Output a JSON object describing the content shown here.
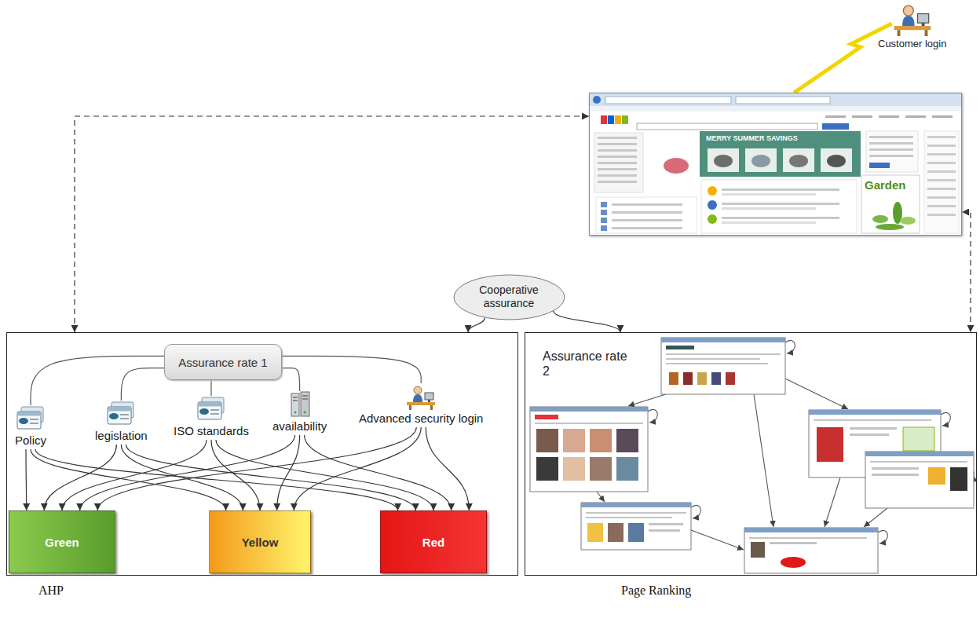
{
  "diagram": {
    "nodes": [
      {
        "text": [
          "Customer login"
        ]
      },
      {
        "text": [
          "MERRY SUMMER SAVINGS",
          "Garden"
        ]
      },
      {
        "text": [
          "Cooperative assurance"
        ]
      },
      {
        "text": [
          "AHP"
        ]
      },
      {
        "text": [
          "Assurance rate 1"
        ],
        "in": 3
      },
      {
        "text": [
          "Policy"
        ],
        "in": 3
      },
      {
        "text": [
          "legislation"
        ],
        "in": 3
      },
      {
        "text": [
          "ISO standards"
        ],
        "in": 3
      },
      {
        "text": [
          "availability"
        ],
        "in": 3
      },
      {
        "text": [
          "Advanced security login"
        ],
        "in": 3
      },
      {
        "text": [
          "Green"
        ],
        "in": 3
      },
      {
        "text": [
          "Yellow"
        ],
        "in": 3
      },
      {
        "text": [
          "Red"
        ],
        "in": 3
      },
      {
        "text": [
          "Assurance rate 2",
          "Page Ranking"
        ]
      }
    ],
    "edges": [
      {
        "from": 0,
        "to": 1,
        "arrow": "none"
      },
      {
        "from": 1,
        "to": 3,
        "arrow": "both"
      },
      {
        "from": 1,
        "to": 13,
        "arrow": "both"
      },
      {
        "from": 2,
        "to": 3,
        "arrow": "to"
      },
      {
        "from": 2,
        "to": 13,
        "arrow": "to"
      },
      {
        "from": 4,
        "to": 5,
        "arrow": "none"
      },
      {
        "from": 4,
        "to": 6,
        "arrow": "none"
      },
      {
        "from": 4,
        "to": 7,
        "arrow": "none"
      },
      {
        "from": 4,
        "to": 8,
        "arrow": "none"
      },
      {
        "from": 4,
        "to": 9,
        "arrow": "none"
      },
      {
        "from": 5,
        "to": 10,
        "arrow": "to"
      },
      {
        "from": 5,
        "to": 11,
        "arrow": "to"
      },
      {
        "from": 5,
        "to": 12,
        "arrow": "to"
      },
      {
        "from": 6,
        "to": 10,
        "arrow": "to"
      },
      {
        "from": 6,
        "to": 11,
        "arrow": "to"
      },
      {
        "from": 6,
        "to": 12,
        "arrow": "to"
      },
      {
        "from": 7,
        "to": 10,
        "arrow": "to"
      },
      {
        "from": 7,
        "to": 11,
        "arrow": "to"
      },
      {
        "from": 7,
        "to": 12,
        "arrow": "to"
      },
      {
        "from": 8,
        "to": 10,
        "arrow": "to"
      },
      {
        "from": 8,
        "to": 11,
        "arrow": "to"
      },
      {
        "from": 8,
        "to": 12,
        "arrow": "to"
      },
      {
        "from": 9,
        "to": 10,
        "arrow": "to"
      },
      {
        "from": 9,
        "to": 11,
        "arrow": "to"
      },
      {
        "from": 9,
        "to": 12,
        "arrow": "to"
      }
    ]
  }
}
